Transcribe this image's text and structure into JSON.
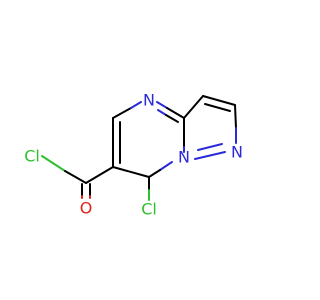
{
  "colors": {
    "background": "#ffffff",
    "carbon_bond": "#000000",
    "nitrogen": "#2a2ad9",
    "oxygen": "#e0241b",
    "chlorine": "#2fbf2f"
  },
  "atoms": {
    "cl_acyl": "Cl",
    "o_carbonyl": "O",
    "cl_ring": "Cl",
    "n_pyrimidine": "N",
    "n_bridgehead": "N",
    "n_pyrazole": "N"
  }
}
